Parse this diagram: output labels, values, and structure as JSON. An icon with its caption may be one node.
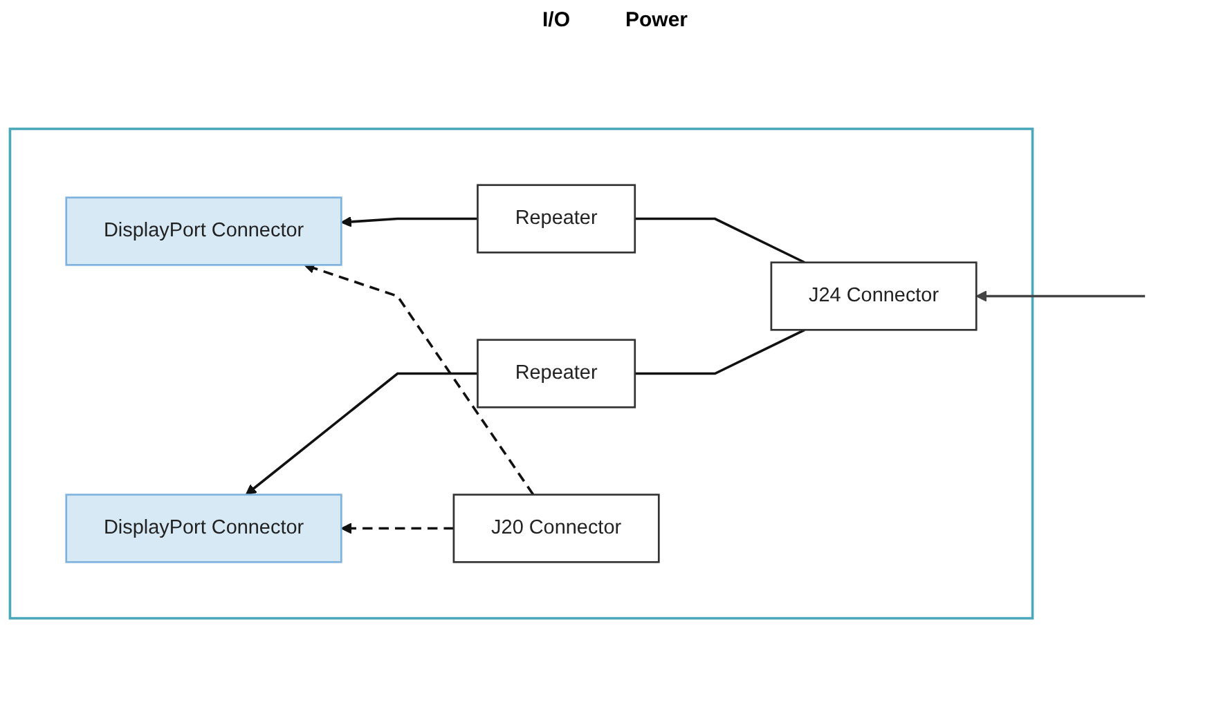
{
  "diagram": {
    "nodes": [
      {
        "text": [],
        "shape": "box"
      },
      {
        "text": [
          "DisplayPort Connector"
        ],
        "in": 0
      },
      {
        "text": [
          "DisplayPort Connector"
        ],
        "in": 0
      },
      {
        "text": [
          "Repeater"
        ],
        "in": 0
      },
      {
        "text": [
          "Repeater"
        ],
        "in": 0
      },
      {
        "text": [
          "J24 Connector"
        ],
        "in": 0
      },
      {
        "text": [
          "J20 Connector"
        ],
        "in": 0
      }
    ],
    "edges": [
      {
        "from": 5,
        "to": 3,
        "arrow": "none"
      },
      {
        "from": 3,
        "to": 1,
        "arrow": "to"
      },
      {
        "from": 5,
        "to": 4,
        "arrow": "none"
      },
      {
        "from": 4,
        "to": 2,
        "arrow": "to"
      },
      {
        "from": 6,
        "to": 1,
        "arrow": "to",
        "style": "dashed"
      },
      {
        "from": 6,
        "to": 2,
        "arrow": "to",
        "style": "dashed"
      },
      {
        "from": null,
        "to": 5,
        "arrow": "to",
        "color": "#444444"
      }
    ],
    "labels": [
      "I/O",
      "Power"
    ]
  }
}
